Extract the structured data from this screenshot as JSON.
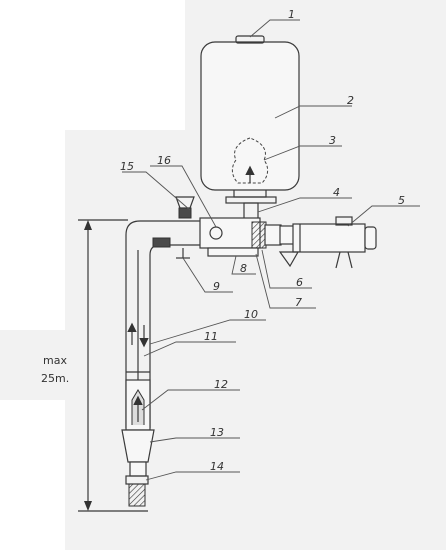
{
  "labels": [
    "1",
    "2",
    "3",
    "4",
    "5",
    "6",
    "7",
    "8",
    "9",
    "10",
    "11",
    "12",
    "13",
    "14",
    "15",
    "16"
  ],
  "side_label": {
    "line1": "max",
    "line2": "25m."
  }
}
